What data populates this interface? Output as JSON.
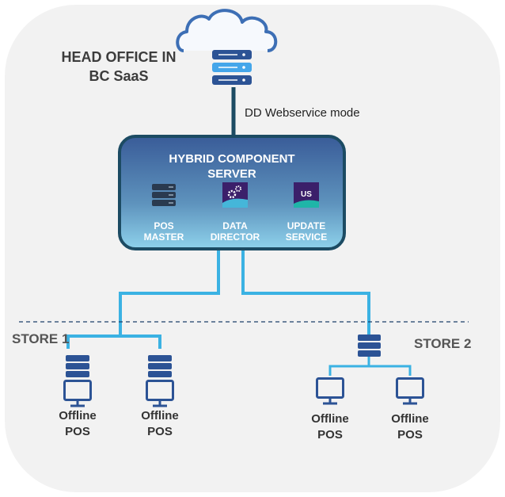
{
  "head_office": {
    "line1": "HEAD OFFICE IN",
    "line2": "BC SaaS"
  },
  "connection_mode": "DD Webservice mode",
  "hybrid_server": {
    "title_line1": "HYBRID COMPONENT",
    "title_line2": "SERVER",
    "components": [
      {
        "icon": "server-rack-icon",
        "line1": "POS",
        "line2": "MASTER"
      },
      {
        "icon": "data-director-icon",
        "line1": "DATA",
        "line2": "DIRECTOR"
      },
      {
        "icon": "update-service-icon",
        "badge": "US",
        "line1": "UPDATE",
        "line2": "SERVICE"
      }
    ]
  },
  "stores": [
    {
      "label": "STORE 1",
      "pos": [
        {
          "line1": "Offline",
          "line2": "POS"
        },
        {
          "line1": "Offline",
          "line2": "POS"
        }
      ]
    },
    {
      "label": "STORE 2",
      "pos": [
        {
          "line1": "Offline",
          "line2": "POS"
        },
        {
          "line1": "Offline",
          "line2": "POS"
        }
      ]
    }
  ],
  "colors": {
    "wire_dark": "#1c4b63",
    "wire_light": "#3bb2e3",
    "server_blue": "#2c5395",
    "purple": "#3b1f6a",
    "teal": "#1fb5a8"
  }
}
